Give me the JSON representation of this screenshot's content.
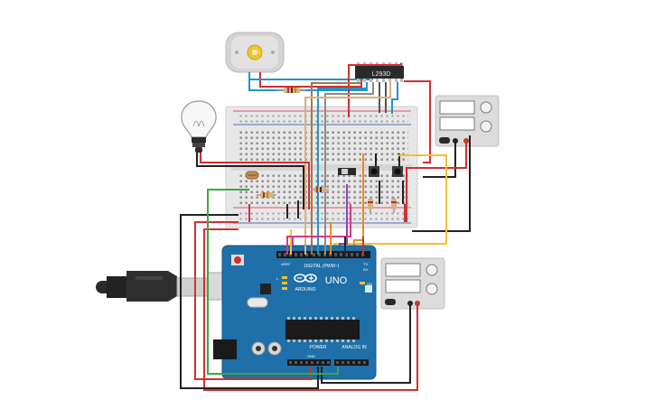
{
  "components": {
    "driver_ic_label": "L293D",
    "arduino": {
      "brand_text": "ARDUINO",
      "model_text": "UNO",
      "digital_header_label": "DIGITAL (PWM~)",
      "power_label": "POWER",
      "analog_label": "ANALOG IN",
      "tx_label": "TX",
      "rx_label": "RX",
      "led_l_label": "L",
      "on_label": "ON",
      "aref_label": "AREF",
      "gnd_label": "GND"
    }
  },
  "colors": {
    "background": "#ffffff",
    "board": "#1f6fa8",
    "breadboard": "#e6e6e6",
    "wire_red": "#d32f2f",
    "wire_black": "#222222",
    "wire_blue": "#2196c8",
    "wire_green": "#3aa845",
    "wire_yellow": "#f2c12e",
    "wire_orange": "#f08a1c",
    "wire_purple": "#8e44ad",
    "wire_magenta": "#d8368f",
    "wire_brown": "#a07a4a",
    "wire_gray": "#8c8c8c"
  },
  "icons": [
    "dc-motor-icon",
    "light-bulb-icon",
    "usb-plug-icon",
    "power-supply-icon",
    "arduino-logo-icon"
  ]
}
